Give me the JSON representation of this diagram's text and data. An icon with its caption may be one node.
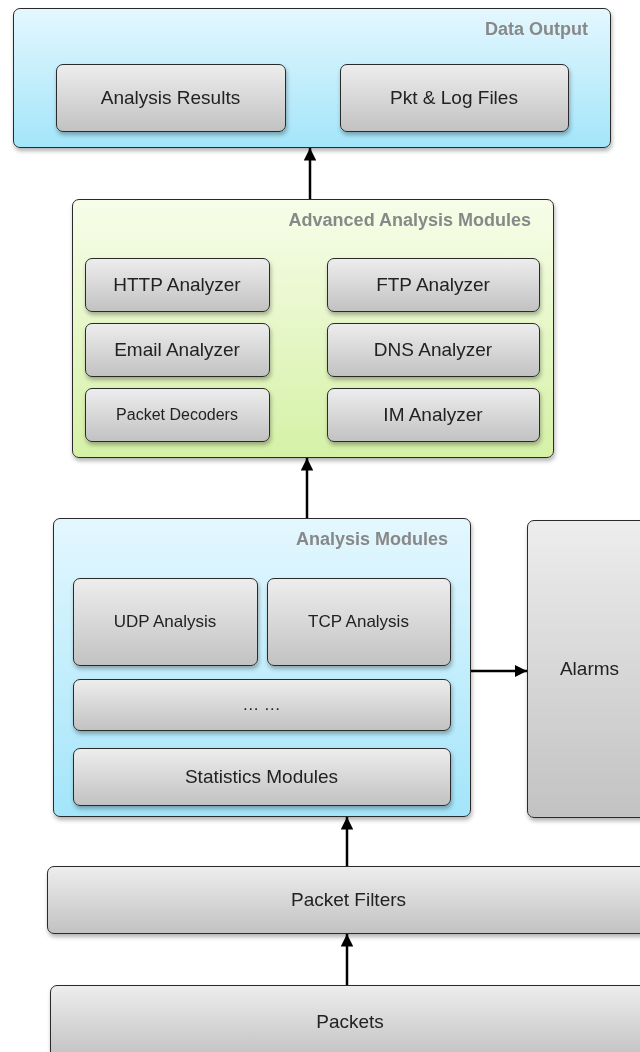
{
  "diagram": {
    "nodes": [
      {
        "text": [
          "Data Output"
        ]
      },
      {
        "text": [
          "Analysis Results"
        ],
        "in": 0
      },
      {
        "text": [
          "Pkt & Log Files"
        ],
        "in": 0
      },
      {
        "text": [
          "Advanced Analysis Modules"
        ]
      },
      {
        "text": [
          "HTTP Analyzer"
        ],
        "in": 3
      },
      {
        "text": [
          "FTP Analyzer"
        ],
        "in": 3
      },
      {
        "text": [
          "Email Analyzer"
        ],
        "in": 3
      },
      {
        "text": [
          "DNS Analyzer"
        ],
        "in": 3
      },
      {
        "text": [
          "Packet Decoders"
        ],
        "in": 3
      },
      {
        "text": [
          "IM Analyzer"
        ],
        "in": 3
      },
      {
        "text": [
          "Analysis Modules"
        ]
      },
      {
        "text": [
          "UDP Analysis"
        ],
        "in": 10
      },
      {
        "text": [
          "TCP Analysis"
        ],
        "in": 10
      },
      {
        "text": [
          "… …"
        ],
        "in": 10
      },
      {
        "text": [
          "Statistics Modules"
        ],
        "in": 10
      },
      {
        "text": [
          "Alarms"
        ]
      },
      {
        "text": [
          "Packet Filters"
        ]
      },
      {
        "text": [
          "Packets"
        ]
      }
    ],
    "edges": [
      {
        "from": 17,
        "to": 16,
        "arrow": "to"
      },
      {
        "from": 16,
        "to": 10,
        "arrow": "to"
      },
      {
        "from": 10,
        "to": 15,
        "arrow": "to"
      },
      {
        "from": 10,
        "to": 3,
        "arrow": "to"
      },
      {
        "from": 3,
        "to": 0,
        "arrow": "to"
      }
    ]
  }
}
